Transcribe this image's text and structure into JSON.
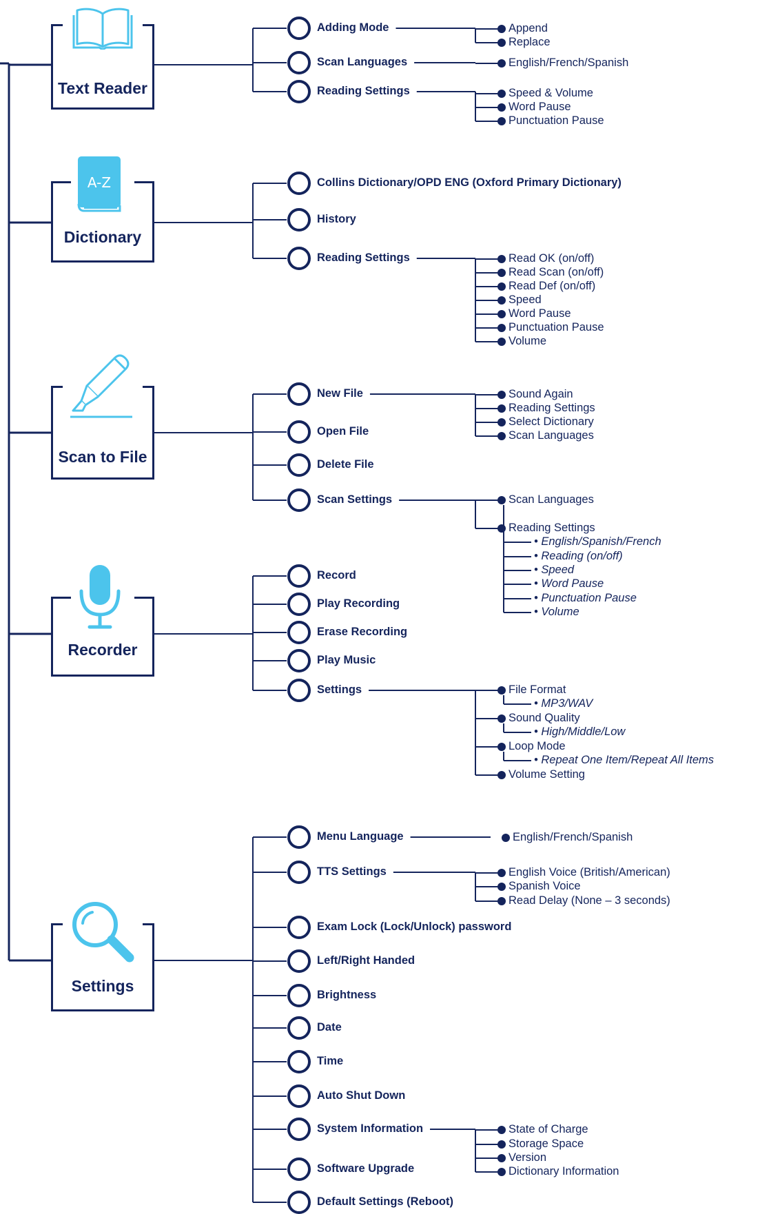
{
  "colors": {
    "navy": "#14245c",
    "cyan": "#4cc4ec"
  },
  "modules": [
    {
      "name": "Text Reader",
      "icon": "open-book-icon",
      "items": [
        {
          "label": "Adding Mode",
          "children": [
            {
              "label": "Append"
            },
            {
              "label": "Replace"
            }
          ]
        },
        {
          "label": "Scan Languages",
          "children": [
            {
              "label": "English/French/Spanish"
            }
          ]
        },
        {
          "label": "Reading Settings",
          "children": [
            {
              "label": "Speed & Volume"
            },
            {
              "label": "Word Pause"
            },
            {
              "label": "Punctuation Pause"
            }
          ]
        }
      ]
    },
    {
      "name": "Dictionary",
      "icon": "dictionary-book-icon",
      "icon_text": "A-Z",
      "items": [
        {
          "label": "Collins Dictionary/OPD ENG (Oxford Primary Dictionary)",
          "children": []
        },
        {
          "label": "History",
          "children": []
        },
        {
          "label": "Reading Settings",
          "children": [
            {
              "label": "Read OK (on/off)"
            },
            {
              "label": "Read Scan (on/off)"
            },
            {
              "label": "Read Def (on/off)"
            },
            {
              "label": "Speed"
            },
            {
              "label": "Word Pause"
            },
            {
              "label": "Punctuation Pause"
            },
            {
              "label": "Volume"
            }
          ]
        }
      ]
    },
    {
      "name": "Scan to File",
      "icon": "highlighter-pen-icon",
      "items": [
        {
          "label": "New File",
          "children": [
            {
              "label": "Sound Again"
            },
            {
              "label": "Reading Settings"
            },
            {
              "label": "Select Dictionary"
            },
            {
              "label": "Scan Languages"
            }
          ]
        },
        {
          "label": "Open File",
          "children": []
        },
        {
          "label": "Delete File",
          "children": []
        },
        {
          "label": "Scan Settings",
          "children": [
            {
              "label": "Scan Languages",
              "subs": [
                "• English/Spanish/French"
              ]
            },
            {
              "label": "Reading Settings",
              "subs": [
                "• Reading (on/off)",
                "• Speed",
                "• Word Pause",
                "• Punctuation Pause",
                "• Volume"
              ]
            }
          ]
        }
      ]
    },
    {
      "name": "Recorder",
      "icon": "microphone-icon",
      "items": [
        {
          "label": "Record",
          "children": []
        },
        {
          "label": "Play Recording",
          "children": []
        },
        {
          "label": "Erase Recording",
          "children": []
        },
        {
          "label": "Play Music",
          "children": []
        },
        {
          "label": "Settings",
          "children": [
            {
              "label": "File Format",
              "subs": [
                "• MP3/WAV"
              ]
            },
            {
              "label": "Sound Quality",
              "subs": [
                "• High/Middle/Low"
              ]
            },
            {
              "label": "Loop Mode",
              "subs": [
                "• Repeat One Item/Repeat All Items"
              ]
            },
            {
              "label": "Volume Setting"
            }
          ]
        }
      ]
    },
    {
      "name": "Settings",
      "icon": "magnifier-icon",
      "items": [
        {
          "label": "Menu Language",
          "children": [
            {
              "label": "English/French/Spanish"
            }
          ]
        },
        {
          "label": "TTS Settings",
          "children": [
            {
              "label": "English Voice (British/American)"
            },
            {
              "label": "Spanish Voice"
            },
            {
              "label": "Read Delay (None – 3 seconds)"
            }
          ]
        },
        {
          "label": "Exam Lock (Lock/Unlock) password",
          "children": []
        },
        {
          "label": "Left/Right Handed",
          "children": []
        },
        {
          "label": "Brightness",
          "children": []
        },
        {
          "label": "Date",
          "children": []
        },
        {
          "label": "Time",
          "children": []
        },
        {
          "label": "Auto Shut Down",
          "children": []
        },
        {
          "label": "System Information",
          "children": [
            {
              "label": "State of Charge"
            },
            {
              "label": "Storage Space"
            },
            {
              "label": "Version"
            },
            {
              "label": "Dictionary Information"
            }
          ]
        },
        {
          "label": "Software Upgrade",
          "children": []
        },
        {
          "label": "Default Settings (Reboot)",
          "children": []
        }
      ]
    }
  ]
}
